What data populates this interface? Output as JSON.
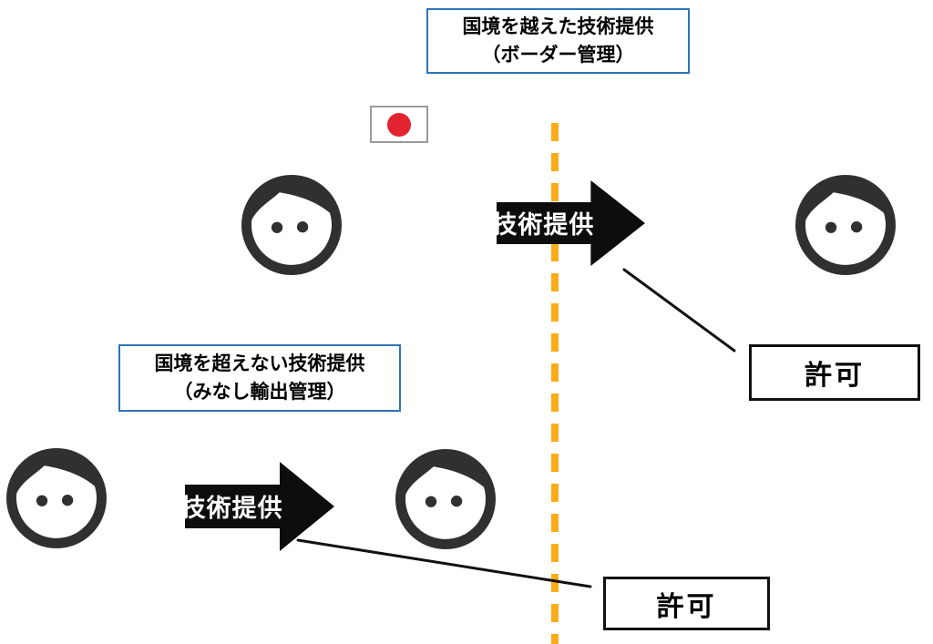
{
  "top_label_box": {
    "line1": "国境を越えた技術提供",
    "line2": "（ボーダー管理）"
  },
  "left_label_box": {
    "line1": "国境を超えない技術提供",
    "line2": "（みなし輸出管理）"
  },
  "arrows": {
    "top_label": "技術提供",
    "bottom_label": "技術提供"
  },
  "permits": {
    "top_label": "許可",
    "bottom_label": "許可"
  },
  "icons": {
    "flag": "japan-flag-icon",
    "person": "person-face-icon",
    "border": "dashed-border-line"
  },
  "colors": {
    "label_box_border": "#2E74B5",
    "dashed_border": "#FBAC18",
    "arrow_fill": "#0D0D0D",
    "arrow_text": "#FFFFFF",
    "face": "#303030",
    "flag_red": "#E32330",
    "flag_border": "#9A9A9A",
    "permit_border": "#111111",
    "line": "#111111",
    "text": "#000000",
    "background": "#FFFFFF"
  }
}
